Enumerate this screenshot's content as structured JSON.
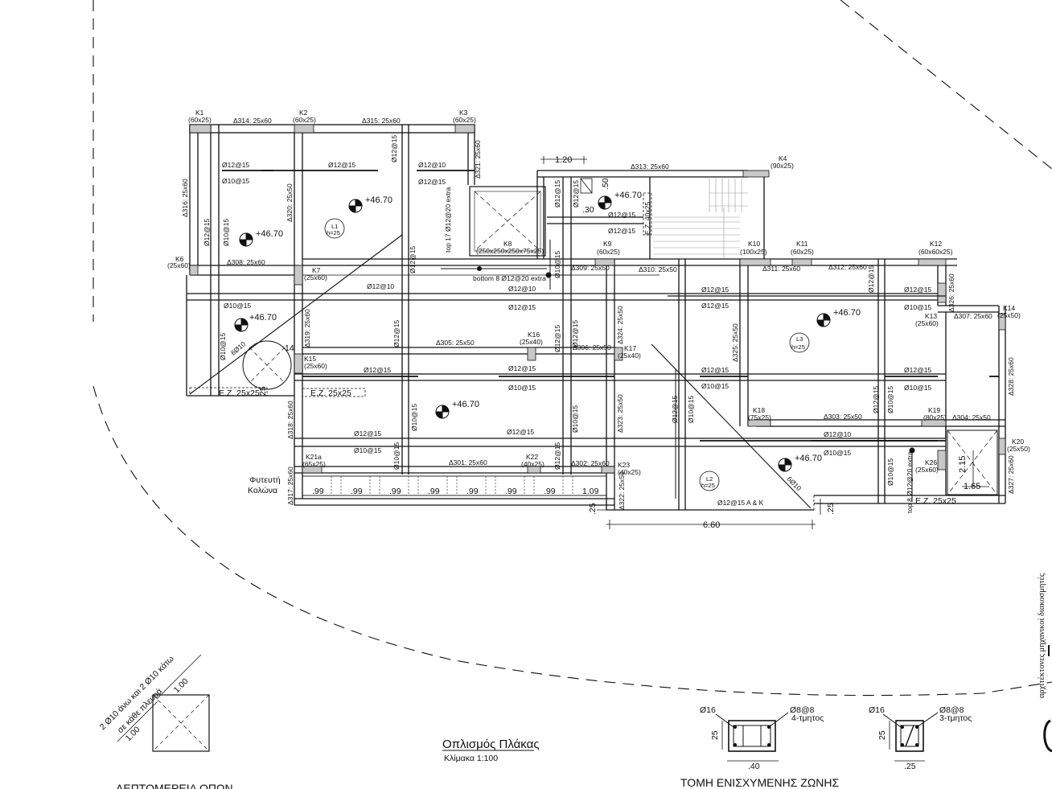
{
  "title": {
    "main": "Οπλισμός Πλάκας",
    "scale": "Κλίμακα 1:100"
  },
  "section": {
    "title": "ΤΟΜΗ ΕΝΙΣΧΥΜΕΝΗΣ ΖΩΝΗΣ"
  },
  "detail_label": "ΛΕΠΤΟΜΕΡΕΙΑ ΟΠΩΝ",
  "side_text": "αρχιτέκτονες   μηχανικοί   διακοσμητές",
  "plant_column": [
    "Φυτευτή",
    "Κολώνα"
  ],
  "elevations": [
    "+46.70",
    "+46.70",
    "+46.70",
    "+46.70",
    "+46.70",
    "+46.70",
    "+46.70"
  ],
  "columns": [
    {
      "id": "K1",
      "size": "(60x25)"
    },
    {
      "id": "K2",
      "size": "(60x25)"
    },
    {
      "id": "K3",
      "size": "(60x25)"
    },
    {
      "id": "K4",
      "size": "(90x25)"
    },
    {
      "id": "K6",
      "size": "(25x60)"
    },
    {
      "id": "K7",
      "size": "(25x60)"
    },
    {
      "id": "K8",
      "size": "(250x250x250x75x25)"
    },
    {
      "id": "K9",
      "size": "(60x25)"
    },
    {
      "id": "K10",
      "size": "(100x25)"
    },
    {
      "id": "K11",
      "size": "(60x25)"
    },
    {
      "id": "K12",
      "size": "(60x60x25)"
    },
    {
      "id": "K13",
      "size": "(25x60)"
    },
    {
      "id": "K14",
      "size": "(25x50)"
    },
    {
      "id": "K15",
      "size": "(25x60)"
    },
    {
      "id": "K16",
      "size": "(25x40)"
    },
    {
      "id": "K17",
      "size": "(25x40)"
    },
    {
      "id": "K18",
      "size": "(75x25)"
    },
    {
      "id": "K19",
      "size": "(80x25)"
    },
    {
      "id": "K20",
      "size": "(25x50)"
    },
    {
      "id": "K21a",
      "size": "(65x25)"
    },
    {
      "id": "K22",
      "size": "(40x25)"
    },
    {
      "id": "K23",
      "size": "(40x25)"
    },
    {
      "id": "K26",
      "size": "(25x60)"
    }
  ],
  "beams": [
    "Δ314: 25x60",
    "Δ315: 25x60",
    "Δ313: 25x60",
    "Δ316: 25x60",
    "Δ320: 25x50",
    "Δ321: 25x60",
    "Δ308: 25x60",
    "Δ309: 25x50",
    "Δ310: 25x50",
    "Δ311: 25x60",
    "Δ312: 25x60",
    "Δ326: 25x60",
    "Δ307: 25x60",
    "Δ319: 25x60",
    "Δ305: 25x50",
    "Δ306: 25x50",
    "Δ324: 25x50",
    "Δ325: 25x50",
    "Δ328: 25x60",
    "Δ318: 25x60",
    "Δ303: 25x50",
    "Δ304: 25x50",
    "Δ323: 25x50",
    "Δ301: 25x60",
    "Δ302: 25x60",
    "Δ317: 25x60",
    "Δ322: 25x50",
    "Δ327: 25x60"
  ],
  "slabs": [
    {
      "id": "L1",
      "h": "h=25"
    },
    {
      "id": "L2",
      "h": "h=25"
    },
    {
      "id": "L3",
      "h": "h=25"
    }
  ],
  "rebar": {
    "r12_15": "Ø12@15",
    "r10_15": "Ø10@15",
    "r12_10": "Ø12@10",
    "r10_15b": "Ø10@15",
    "top17": "top 17 Ø12@20 extra",
    "bottom8": "bottom 8 Ø12@20 extra",
    "top8": "top 8 Ø12@20 extra",
    "ak": "Ø12@15 A & K",
    "d10": "6Ø10",
    "d10b": "6Ø10"
  },
  "zones": [
    "Ε.Ζ. 25x25",
    "Ε.Ζ. 25x25",
    "Ε.Ζ. 25x25",
    "Ε.Ζ. 40x25"
  ],
  "dims": {
    "d120": "1.20",
    "d50": ".50",
    "d30": ".30",
    "d660": "6.60",
    "d25": ".25",
    "d215": "2.15",
    "d165": "1.65",
    "d99": ".99",
    "d109": "1.09",
    "d14": "14",
    "d25b": "25"
  },
  "detail": {
    "note1": "2 Ø10 άνω και 2 Ø10 κάτω",
    "note2": "σε κάθε πλευρά",
    "dim": "1.00"
  },
  "section_details": [
    {
      "bar": "Ø16",
      "stirrup": "Ø8@8",
      "type": "4-τμητος",
      "h": "25",
      "w": ".40"
    },
    {
      "bar": "Ø16",
      "stirrup": "Ø8@8",
      "type": "3-τμητος",
      "h": "25",
      "w": ".25"
    }
  ]
}
